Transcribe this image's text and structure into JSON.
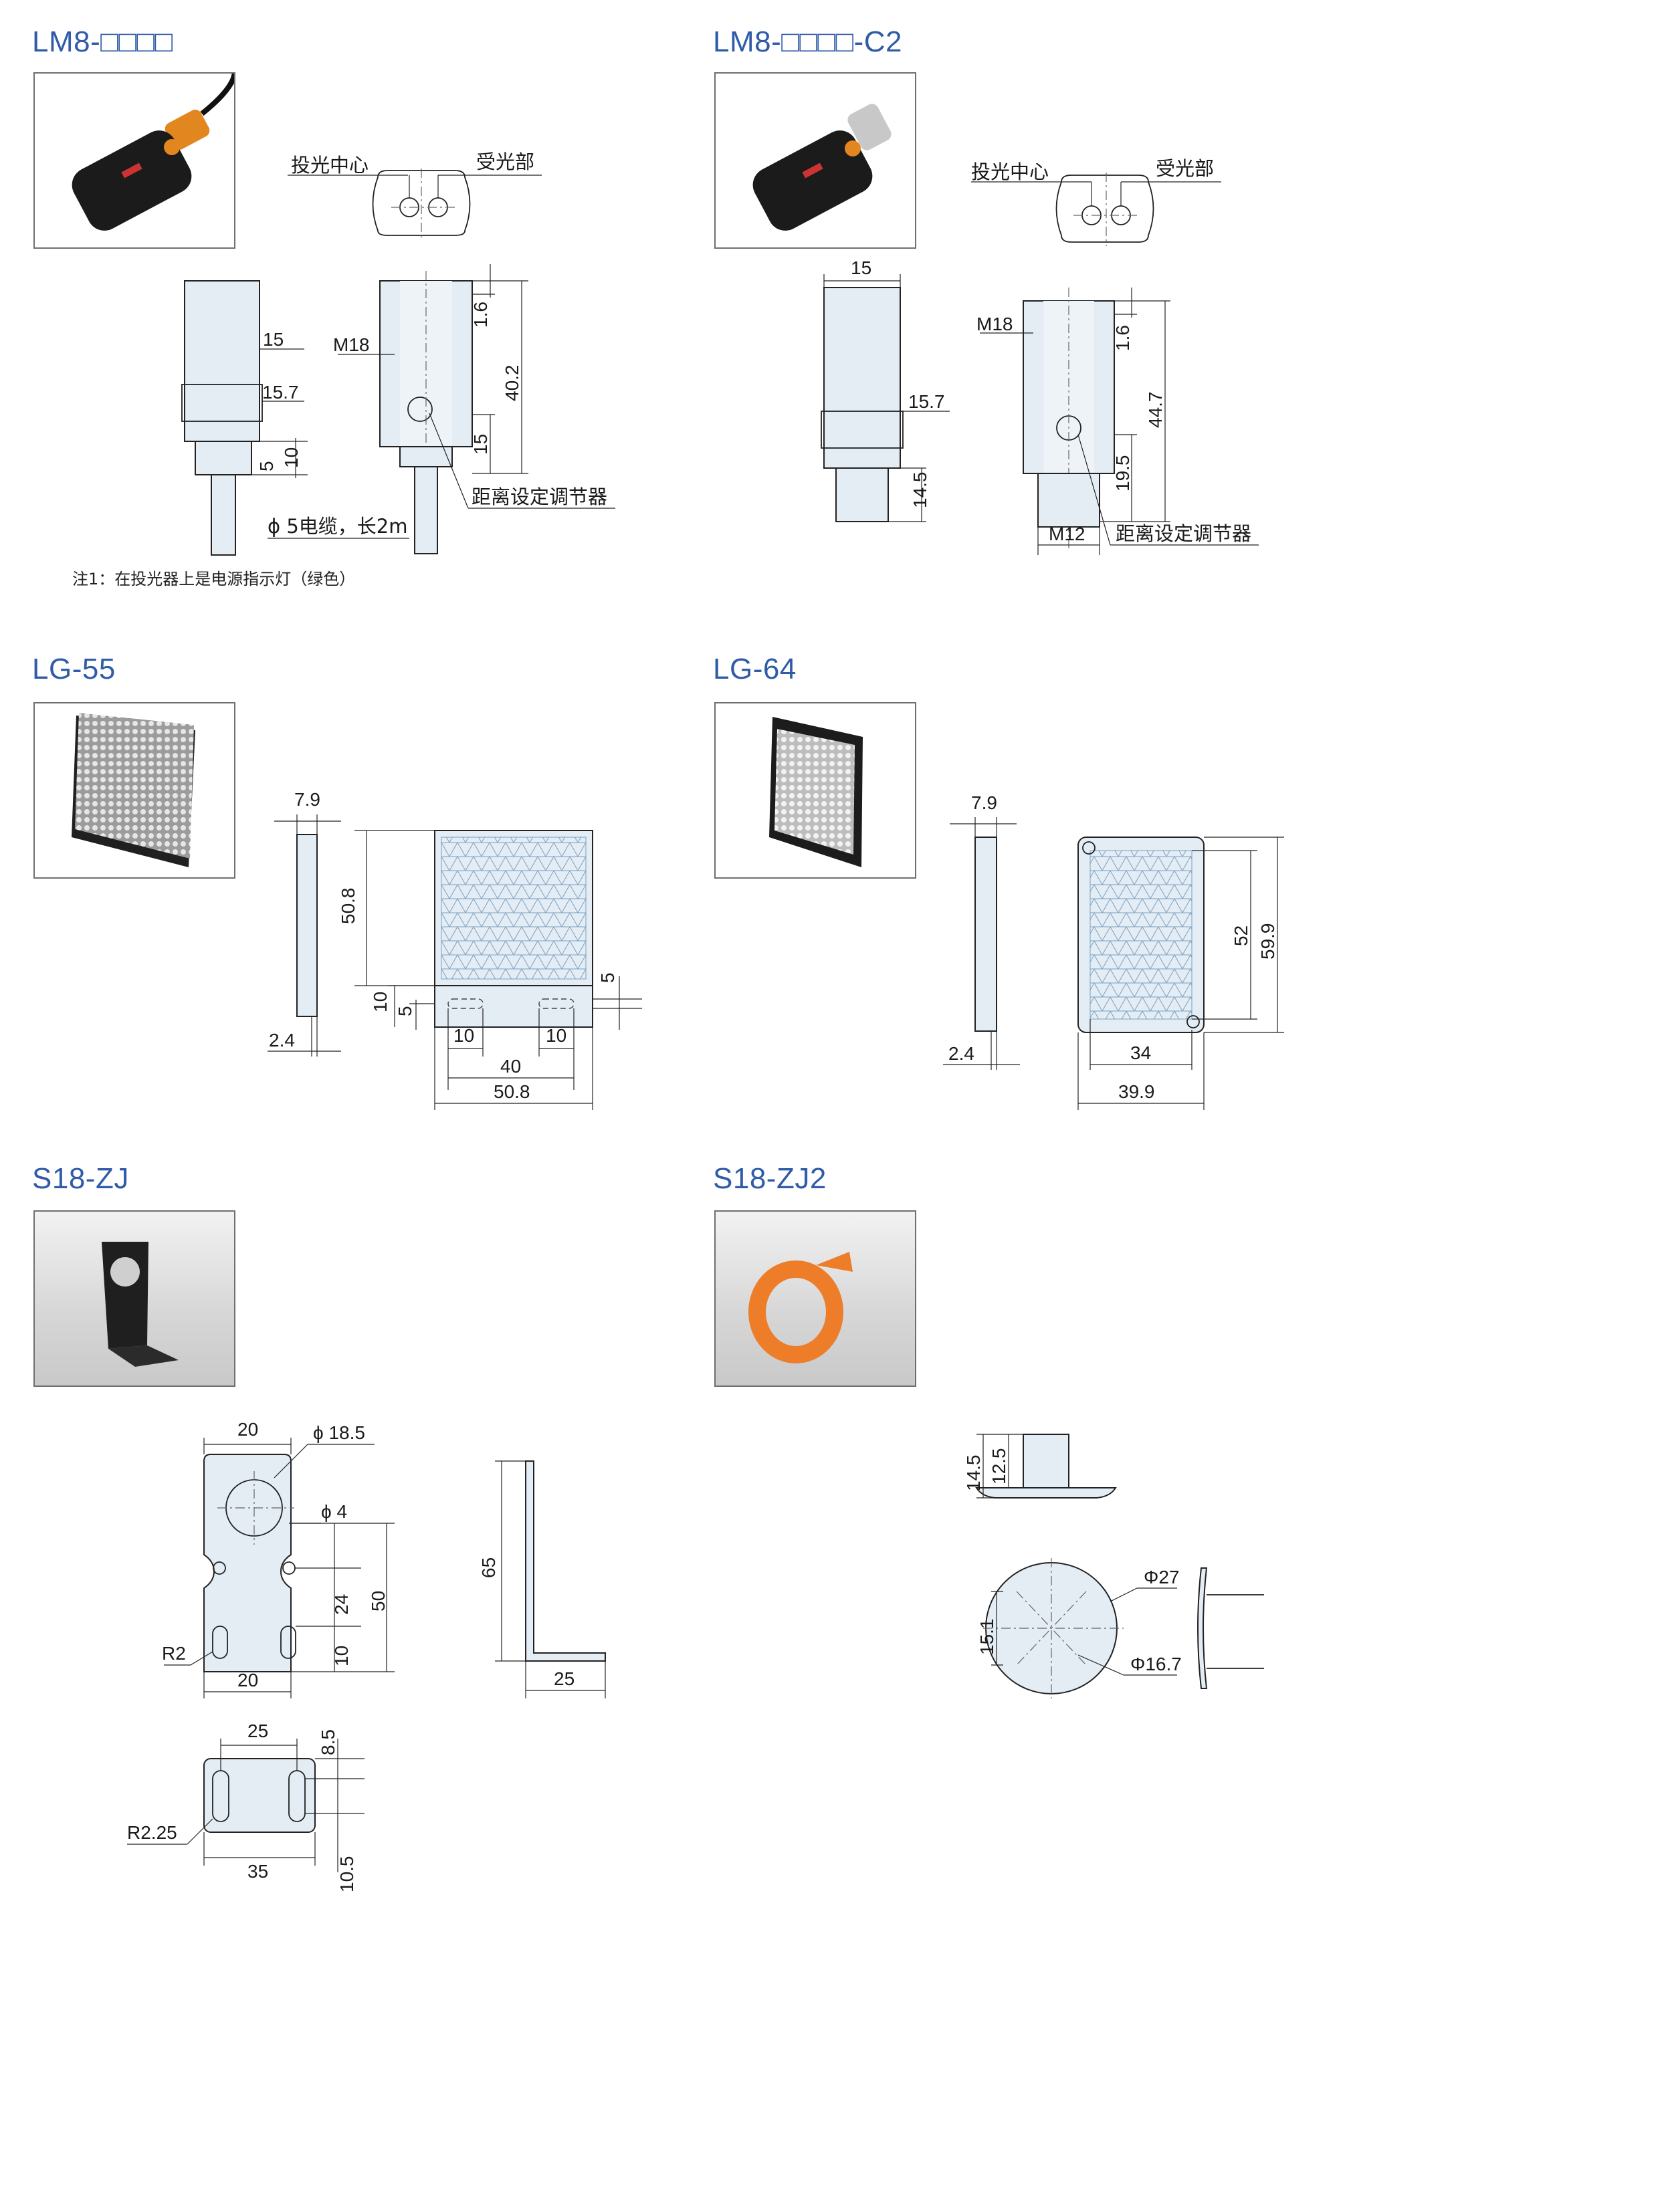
{
  "sections": {
    "lm8": {
      "title": "LM8-□□□□"
    },
    "lm8c2": {
      "title": "LM8-□□□□-C2"
    },
    "lg55": {
      "title": "LG-55"
    },
    "lg64": {
      "title": "LG-64"
    },
    "s18zj": {
      "title": "S18-ZJ"
    },
    "s18zj2": {
      "title": "S18-ZJ2"
    }
  },
  "lm8": {
    "emitter_label": "投光中心",
    "receiver_label": "受光部",
    "dims": {
      "d15": "15",
      "d157": "15.7",
      "m18": "M18",
      "d5": "5",
      "d10": "10",
      "d16": "1.6",
      "d402": "40.2",
      "d15b": "15"
    },
    "adjuster_label": "距离设定调节器",
    "cable_label": "ϕ 5电缆，长2m",
    "note": "注1：在投光器上是电源指示灯（绿色）"
  },
  "lm8c2": {
    "emitter_label": "投光中心",
    "receiver_label": "受光部",
    "dims": {
      "d15": "15",
      "d157": "15.7",
      "d145": "14.5",
      "m18": "M18",
      "d16": "1.6",
      "d447": "44.7",
      "d195": "19.5",
      "m12": "M12"
    },
    "adjuster_label": "距离设定调节器"
  },
  "lg55": {
    "dims": {
      "d79": "7.9",
      "d508v": "50.8",
      "d24": "2.4",
      "d10v": "10",
      "d5v": "5",
      "d5r": "5",
      "d10a": "10",
      "d10b": "10",
      "d40": "40",
      "d508h": "50.8"
    }
  },
  "lg64": {
    "dims": {
      "d79": "7.9",
      "d24": "2.4",
      "d52": "52",
      "d599": "59.9",
      "d34": "34",
      "d399": "39.9"
    }
  },
  "s18zj": {
    "dims": {
      "d20t": "20",
      "d185": "ϕ 18.5",
      "d4": "ϕ 4",
      "d24": "24",
      "d50": "50",
      "d10": "10",
      "r2": "R2",
      "d20b": "20",
      "d65": "65",
      "d25s": "25",
      "d25": "25",
      "d85": "8.5",
      "r225": "R2.25",
      "d35": "35",
      "d105": "10.5"
    }
  },
  "s18zj2": {
    "dims": {
      "d145": "14.5",
      "d125": "12.5",
      "d27": "Φ27",
      "d151": "15.1",
      "d167": "Φ16.7"
    }
  }
}
